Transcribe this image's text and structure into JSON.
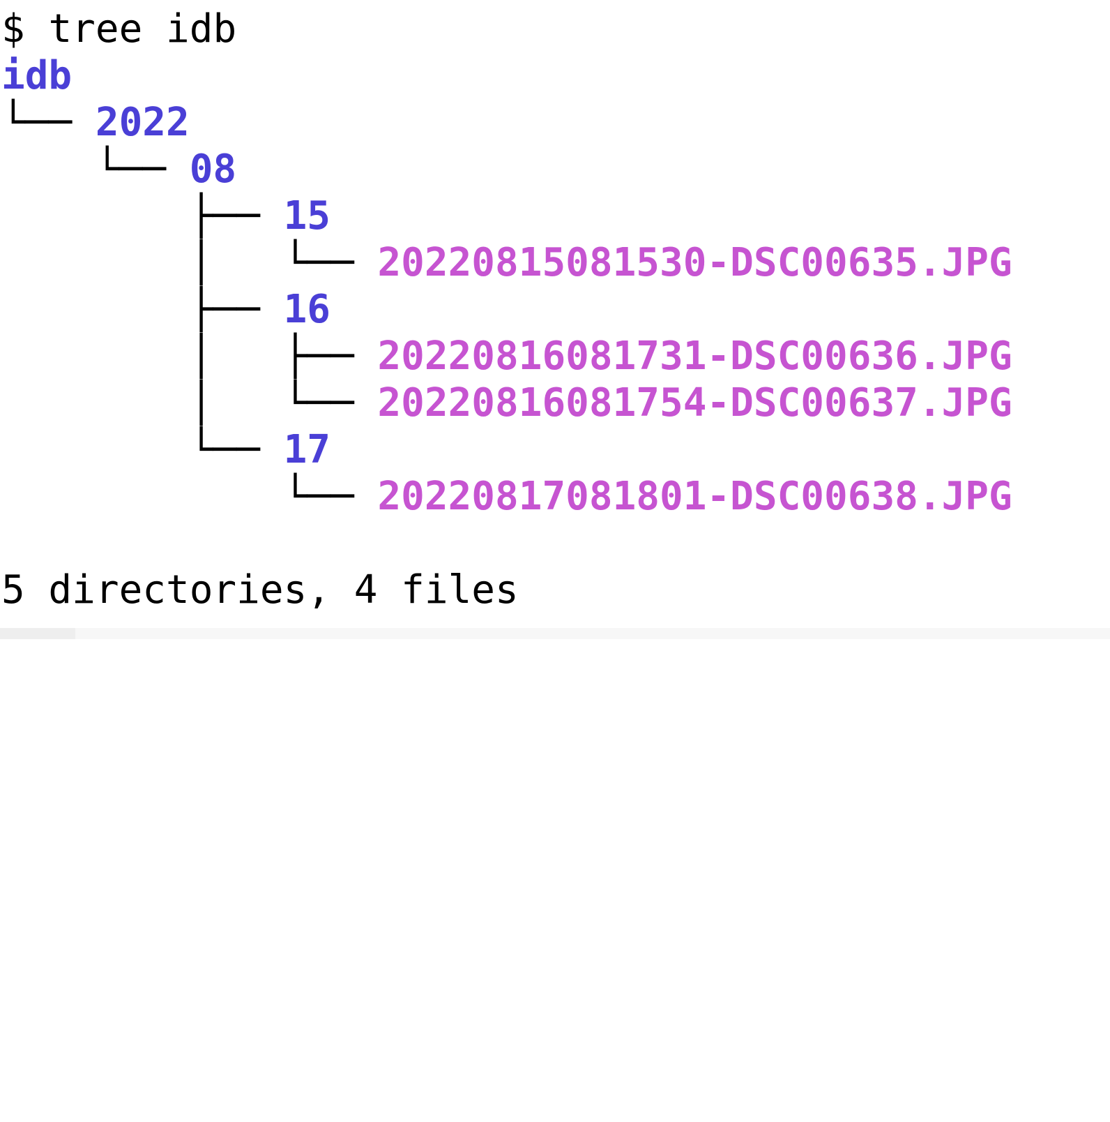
{
  "terminal": {
    "prompt": "$",
    "command": "tree idb",
    "lines": [
      {
        "prefix": "",
        "name": "idb",
        "kind": "dir"
      },
      {
        "prefix": "└── ",
        "name": "2022",
        "kind": "dir"
      },
      {
        "prefix": "    └── ",
        "name": "08",
        "kind": "dir"
      },
      {
        "prefix": "        ├── ",
        "name": "15",
        "kind": "dir"
      },
      {
        "prefix": "        │   └── ",
        "name": "20220815081530-DSC00635.JPG",
        "kind": "file"
      },
      {
        "prefix": "        ├── ",
        "name": "16",
        "kind": "dir"
      },
      {
        "prefix": "        │   ├── ",
        "name": "20220816081731-DSC00636.JPG",
        "kind": "file"
      },
      {
        "prefix": "        │   └── ",
        "name": "20220816081754-DSC00637.JPG",
        "kind": "file"
      },
      {
        "prefix": "        └── ",
        "name": "17",
        "kind": "dir"
      },
      {
        "prefix": "            └── ",
        "name": "20220817081801-DSC00638.JPG",
        "kind": "file"
      }
    ],
    "summary": "5 directories, 4 files"
  },
  "colors": {
    "directory": "#4a3fd6",
    "file": "#c654d1",
    "text": "#000000",
    "background": "#ffffff"
  }
}
